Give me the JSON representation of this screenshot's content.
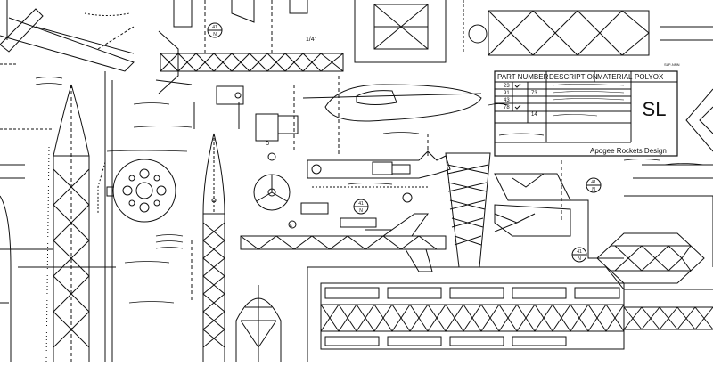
{
  "title_block": {
    "headers": [
      "PART NUMBER",
      "DESCRIPTION",
      "MATERIAL",
      "POLYOX"
    ],
    "part_numbers": [
      "23",
      "91",
      "43",
      "78"
    ],
    "row_codes": [
      "73",
      "14"
    ],
    "monogram": "SL",
    "company": "Apogee Rockets Design",
    "corner_note": "SLP-NNN"
  },
  "labels": {
    "fraction_mark": "1/4\"",
    "circle_code": "41",
    "circle_letter": "N",
    "small_letters": [
      "D",
      "K"
    ]
  },
  "colors": {
    "line": "#111111",
    "background": "#ffffff"
  }
}
